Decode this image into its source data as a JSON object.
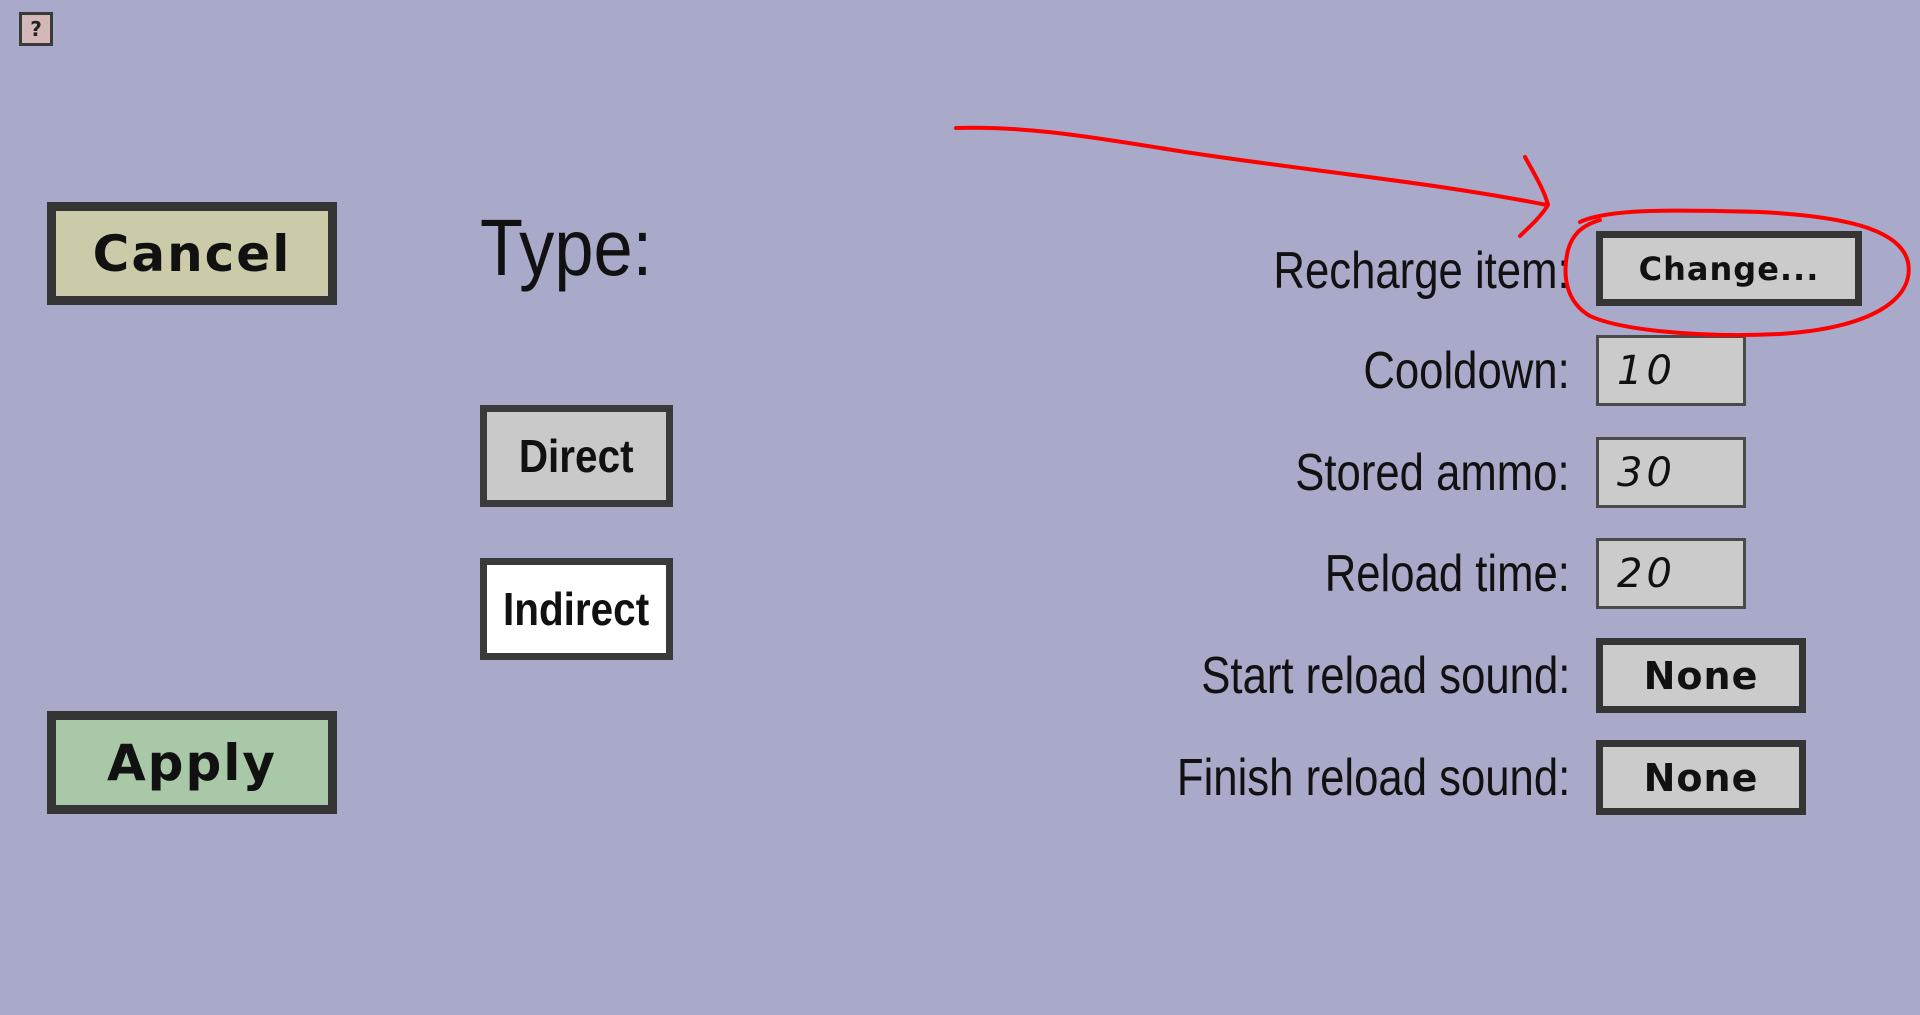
{
  "help_button": {
    "label": "?",
    "icon": "question-icon"
  },
  "actions": {
    "cancel_label": "Cancel",
    "apply_label": "Apply"
  },
  "type_section": {
    "title": "Type:",
    "options": [
      {
        "label": "Direct",
        "selected": false
      },
      {
        "label": "Indirect",
        "selected": true
      }
    ]
  },
  "fields": {
    "recharge_item": {
      "label": "Recharge item:",
      "button_label": "Change..."
    },
    "cooldown": {
      "label": "Cooldown:",
      "value": "10"
    },
    "stored_ammo": {
      "label": "Stored ammo:",
      "value": "30"
    },
    "reload_time": {
      "label": "Reload time:",
      "value": "20"
    },
    "start_reload_sound": {
      "label": "Start reload sound:",
      "button_label": "None"
    },
    "finish_reload_sound": {
      "label": "Finish reload sound:",
      "button_label": "None"
    }
  },
  "colors": {
    "background": "#a9a9c9",
    "cancel": "#cbcbaa",
    "apply": "#a8c8a8",
    "annotation": "#ff0000"
  }
}
